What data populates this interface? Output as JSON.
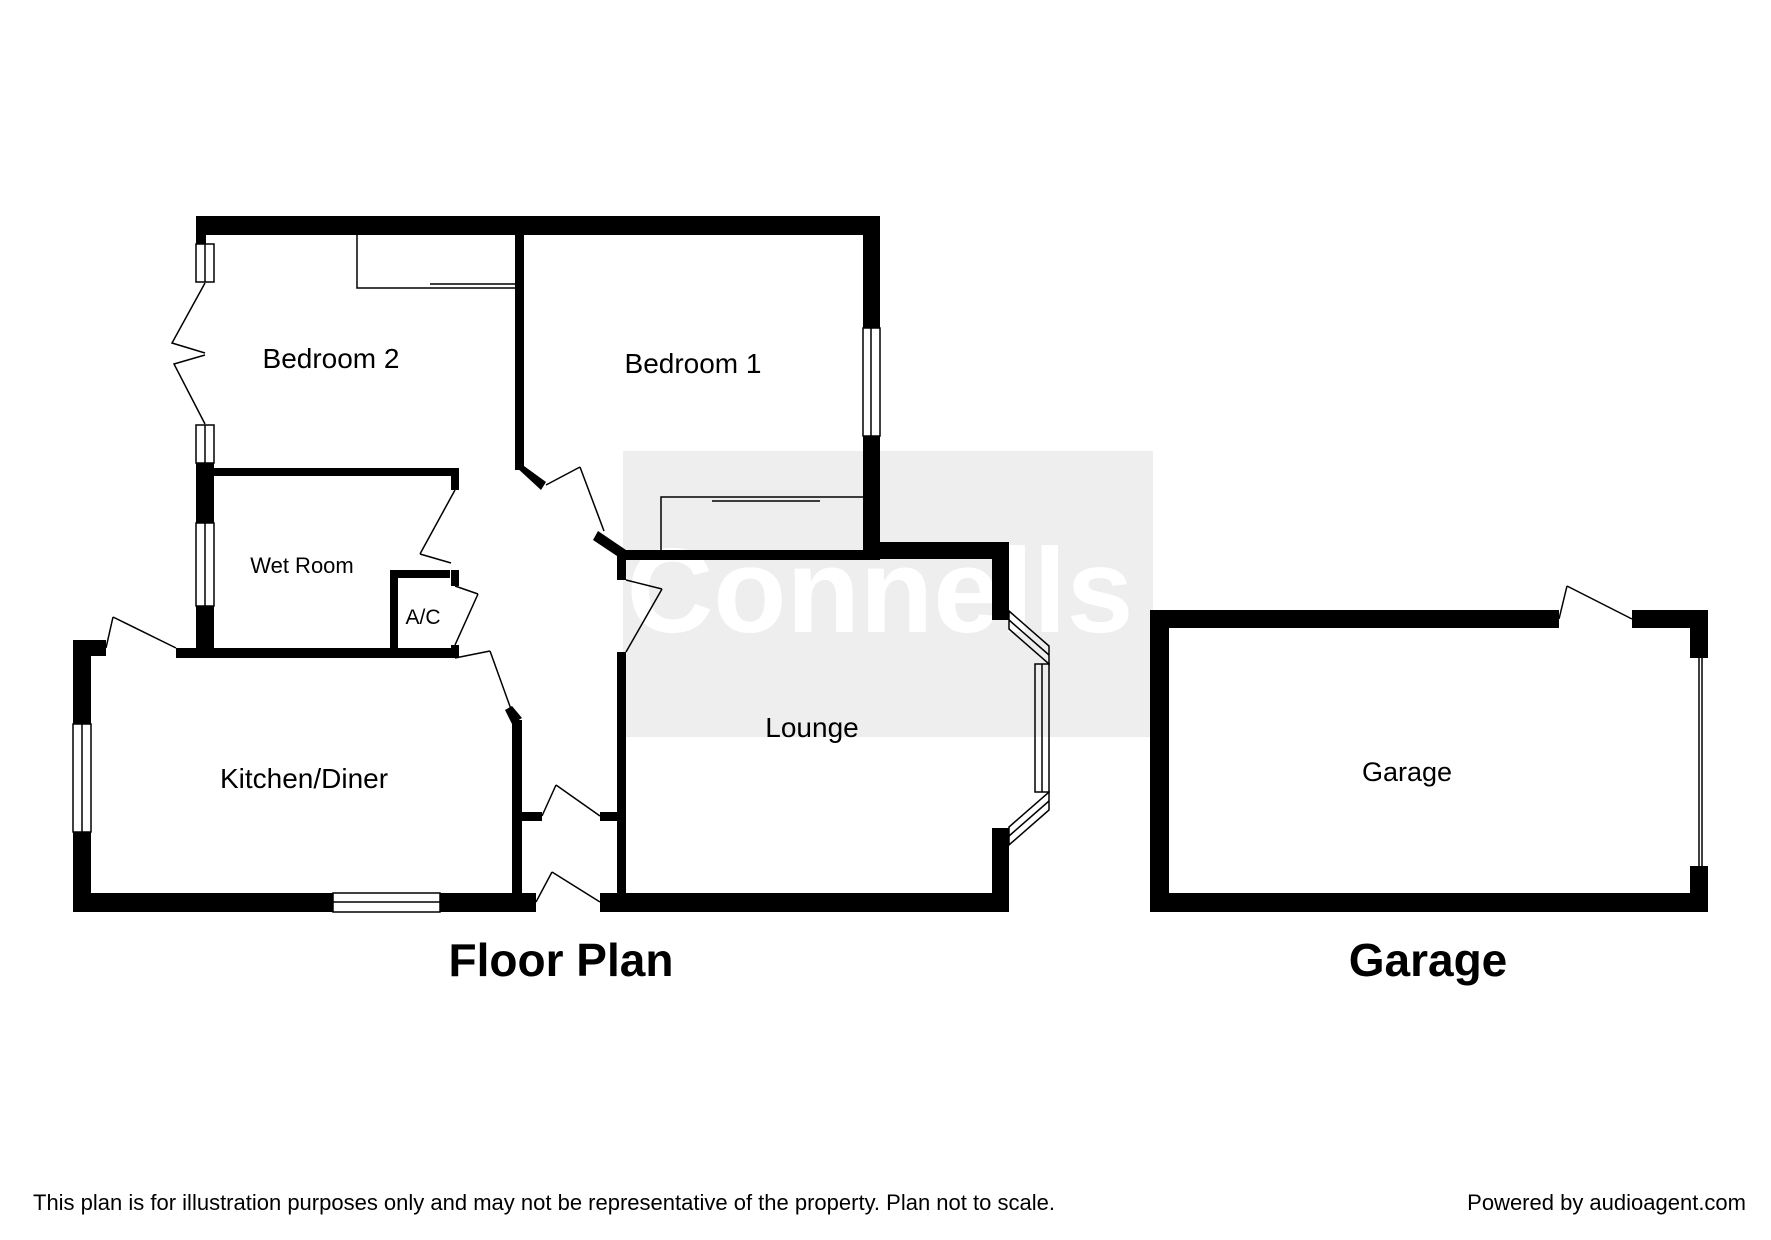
{
  "watermark": "Connells",
  "rooms": {
    "bedroom_2": "Bedroom 2",
    "bedroom_1": "Bedroom 1",
    "wet_room": "Wet Room",
    "airing_cupboard": "A/C",
    "kitchen_diner": "Kitchen/Diner",
    "lounge": "Lounge",
    "garage": "Garage"
  },
  "titles": {
    "floor_plan": "Floor Plan",
    "garage": "Garage"
  },
  "footer": {
    "disclaimer": "This plan is for illustration purposes only and may not be representative of the property. Plan not to scale.",
    "powered_by": "Powered by audioagent.com"
  },
  "colors": {
    "wall": "#000000",
    "watermark_bg": "#eeeeee",
    "background": "#ffffff"
  }
}
